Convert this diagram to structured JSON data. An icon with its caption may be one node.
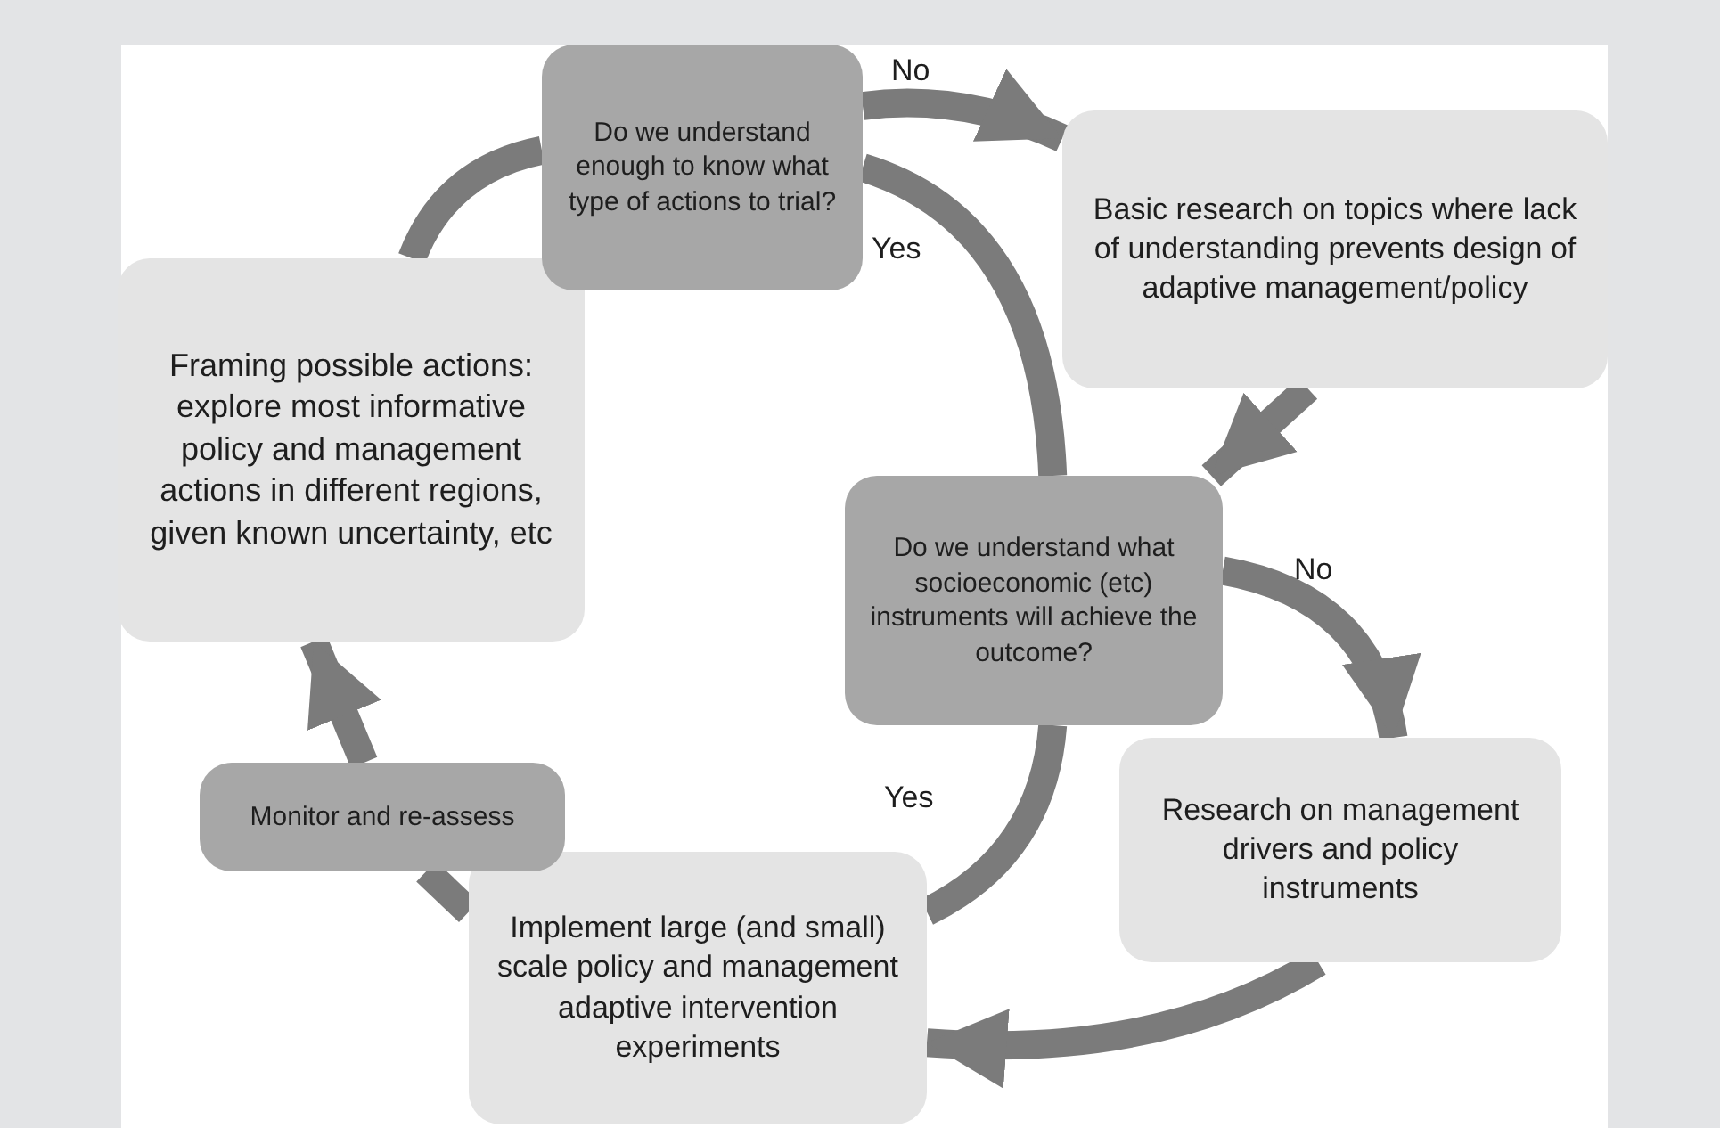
{
  "diagram": {
    "nodes": [
      {
        "text": [
          "Framing possible actions: explore most informative policy and management actions in different regions, given known uncertainty, etc"
        ]
      },
      {
        "text": [
          "Do we understand enough to know what type of actions to trial?"
        ]
      },
      {
        "text": [
          "Basic research on topics where lack of understanding prevents design of adaptive management/policy"
        ]
      },
      {
        "text": [
          "Do we understand what socioeconomic (etc) instruments will achieve the outcome?"
        ]
      },
      {
        "text": [
          "Research on management drivers and policy instruments"
        ]
      },
      {
        "text": [
          "Implement large (and small) scale policy and management adaptive intervention experiments"
        ]
      },
      {
        "text": [
          "Monitor and re-assess"
        ]
      }
    ],
    "edges": [
      {
        "from": 0,
        "to": 1,
        "arrow": "none"
      },
      {
        "from": 1,
        "to": 2,
        "arrow": "to",
        "label": "No"
      },
      {
        "from": 1,
        "to": 3,
        "arrow": "none",
        "label": "Yes"
      },
      {
        "from": 2,
        "to": 3,
        "arrow": "to"
      },
      {
        "from": 3,
        "to": 4,
        "arrow": "to",
        "label": "No"
      },
      {
        "from": 3,
        "to": 5,
        "arrow": "none",
        "label": "Yes"
      },
      {
        "from": 4,
        "to": 5,
        "arrow": "to"
      },
      {
        "from": 5,
        "to": 6,
        "arrow": "none"
      },
      {
        "from": 6,
        "to": 0,
        "arrow": "to"
      }
    ]
  }
}
